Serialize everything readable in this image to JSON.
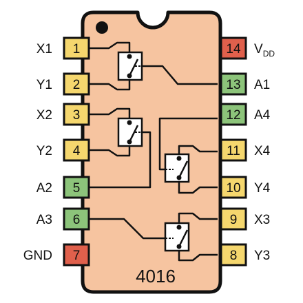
{
  "chip": {
    "part_number": "4016",
    "body_color": "#f6c4a0",
    "outline_color": "#111111"
  },
  "pins": [
    {
      "number": "1",
      "label": "X1",
      "type": "io",
      "color": "#f5d76e"
    },
    {
      "number": "2",
      "label": "Y1",
      "type": "io",
      "color": "#f5d76e"
    },
    {
      "number": "3",
      "label": "X2",
      "type": "io",
      "color": "#f5d76e"
    },
    {
      "number": "4",
      "label": "Y2",
      "type": "io",
      "color": "#f5d76e"
    },
    {
      "number": "5",
      "label": "A2",
      "type": "control",
      "color": "#8cc47a"
    },
    {
      "number": "6",
      "label": "A3",
      "type": "control",
      "color": "#8cc47a"
    },
    {
      "number": "7",
      "label": "GND",
      "type": "power",
      "color": "#e0604c"
    },
    {
      "number": "8",
      "label": "Y3",
      "type": "io",
      "color": "#f5d76e"
    },
    {
      "number": "9",
      "label": "X3",
      "type": "io",
      "color": "#f5d76e"
    },
    {
      "number": "10",
      "label": "Y4",
      "type": "io",
      "color": "#f5d76e"
    },
    {
      "number": "11",
      "label": "X4",
      "type": "io",
      "color": "#f5d76e"
    },
    {
      "number": "12",
      "label": "A4",
      "type": "control",
      "color": "#8cc47a"
    },
    {
      "number": "13",
      "label": "A1",
      "type": "control",
      "color": "#8cc47a"
    },
    {
      "number": "14",
      "label": "VDD",
      "label_main": "V",
      "label_sub": "DD",
      "type": "power",
      "color": "#e0604c"
    }
  ]
}
